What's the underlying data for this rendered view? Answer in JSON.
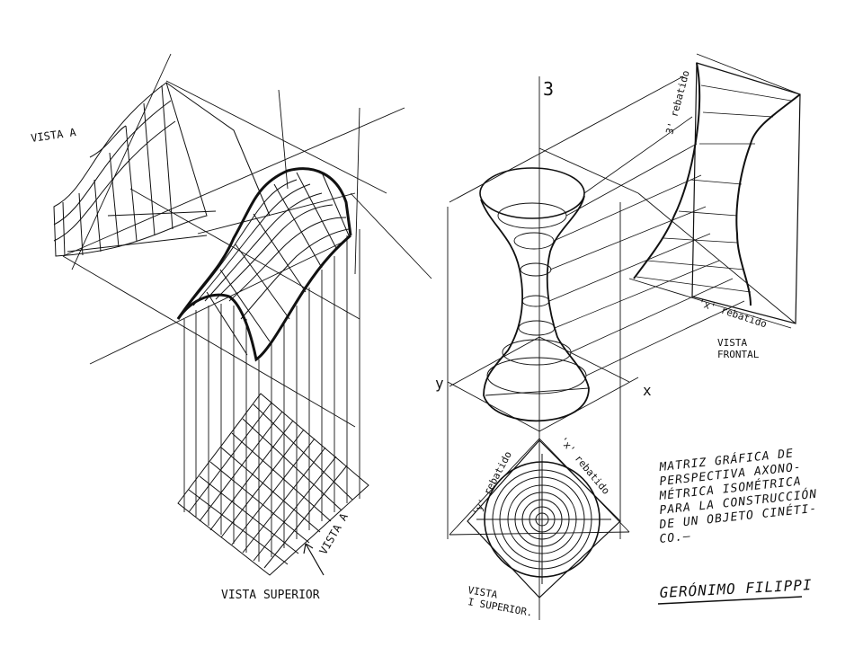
{
  "left": {
    "vista_a_label": "VISTA A",
    "vista_superior_label": "VISTA SUPERIOR",
    "vista_a_arrow_label": "VISTA A"
  },
  "right": {
    "axis_z": "3",
    "axis_y": "y",
    "axis_x": "x",
    "z_rebatido": "3' rebatido",
    "x_rebatido_front": "'x' rebatido",
    "y_rebatido": "'y' rebatido",
    "x_rebatido_top": "'x' rebatido",
    "vista_frontal": [
      "VISTA",
      "FRONTAL"
    ],
    "vista_superior": [
      "VISTA",
      "I SUPERIOR."
    ]
  },
  "note": {
    "lines": [
      "MATRIZ GRÁFICA DE",
      "PERSPECTIVA AXONO-",
      "MÉTRICA ISOMÉTRICA",
      "PARA LA CONSTRUCCIÓN",
      "DE UN OBJETO CINÉTI-",
      "CO.—"
    ]
  },
  "signature": "GERÓNIMO FILIPPI"
}
